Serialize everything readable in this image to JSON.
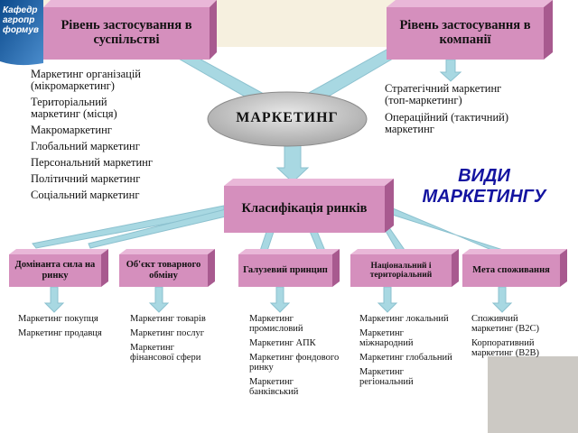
{
  "corner_text": "Кафедр\nагропр\nформув",
  "level_society": "Рівень застосування в суспільстві",
  "level_company": "Рівень застосування в компанії",
  "center": "МАРКЕТИНГ",
  "classification": "Класифікація ринків",
  "types_title": "ВИДИ\nМАРКЕТИНГУ",
  "left_list": [
    "Маркетинг організацій\n(мікромаркетинг)",
    "Територіальний\nмаркетинг (місця)",
    "Макромаркетинг",
    "Глобальний маркетинг",
    "Персональний маркетинг",
    "Політичний маркетинг",
    "Соціальний маркетинг"
  ],
  "right_list": [
    "Стратегічний маркетинг\n(топ-маркетинг)",
    "Операційний (тактичний)\nмаркетинг"
  ],
  "categories": [
    {
      "label": "Домінанта сила на ринку",
      "items": [
        "Маркетинг покупця",
        "Маркетинг продавця"
      ]
    },
    {
      "label": "Об'єкт товарного обміну",
      "items": [
        "Маркетинг товарів",
        "Маркетинг послуг",
        "Маркетинг фінансової сфери"
      ]
    },
    {
      "label": "Галузевий принцип",
      "items": [
        "Маркетинг промисловий",
        "Маркетинг АПК",
        "Маркетинг фондового ринку",
        "Маркетинг банківський"
      ]
    },
    {
      "label": "Національний і територіальний",
      "items": [
        "Маркетинг локальний",
        "Маркетинг міжнародний",
        "Маркетинг глобальний",
        "Маркетинг регіональний"
      ]
    },
    {
      "label": "Мета споживання",
      "items": [
        "Споживчий маркетинг (B2C)",
        "Корпоративний маркетинг (B2B)"
      ]
    }
  ],
  "colors": {
    "box_fill": "#d58fbd",
    "box_side": "#a85a8f",
    "box_top": "#e9b7d8",
    "arrow": "#a8d8e2",
    "oval": "#c4c4c4",
    "title": "#1414a0"
  }
}
